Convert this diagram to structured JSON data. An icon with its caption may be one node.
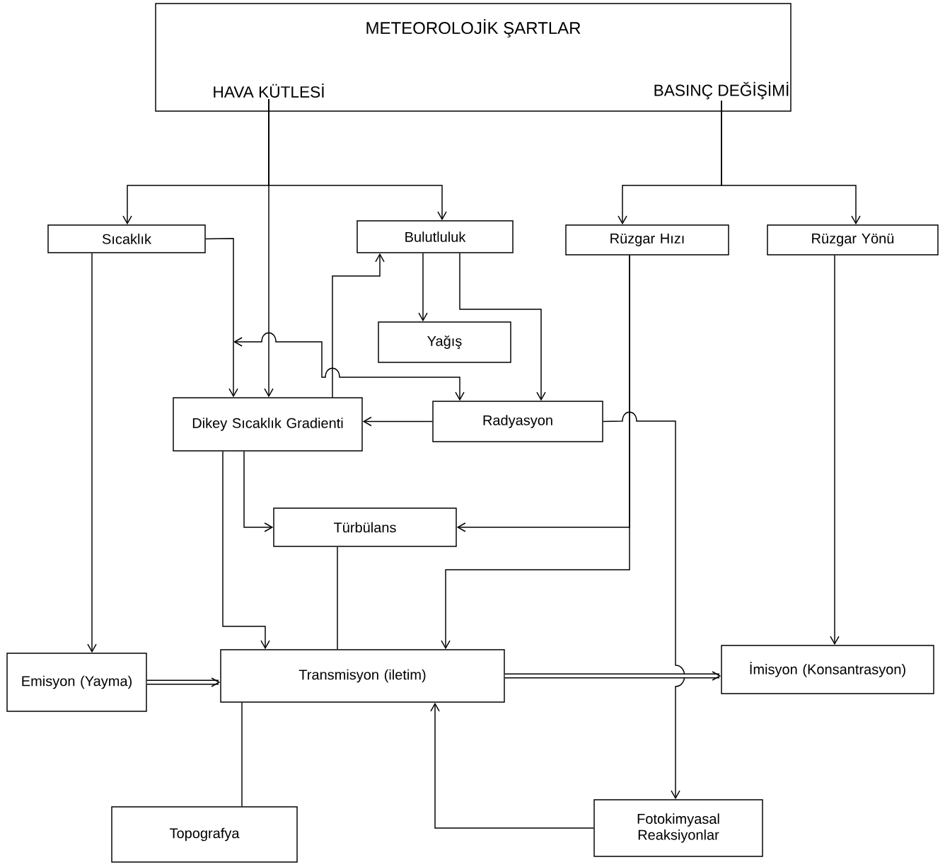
{
  "diagram": {
    "nodes": [
      {
        "text": [
          "METEOROLOJİK ŞARTLAR"
        ]
      },
      {
        "text": [
          "HAVA KÜTLESİ"
        ],
        "in": 0
      },
      {
        "text": [
          "BASINÇ DEĞİŞİMİ"
        ],
        "in": 0
      },
      {
        "text": [
          "Sıcaklık"
        ]
      },
      {
        "text": [
          "Bulutluluk"
        ]
      },
      {
        "text": [
          "Rüzgar Hızı"
        ]
      },
      {
        "text": [
          "Rüzgar Yönü"
        ]
      },
      {
        "text": [
          "Yağış"
        ]
      },
      {
        "text": [
          "Dikey Sıcaklık Gradienti"
        ]
      },
      {
        "text": [
          "Radyasyon"
        ]
      },
      {
        "text": [
          "Türbülans"
        ]
      },
      {
        "text": [
          "Emisyon (Yayma)"
        ]
      },
      {
        "text": [
          "Transmisyon (iletim)"
        ]
      },
      {
        "text": [
          "İmisyon (Konsantrasyon)"
        ]
      },
      {
        "text": [
          "Topografya"
        ]
      },
      {
        "text": [
          "Fotokimyasal Reaksiyonlar"
        ]
      }
    ],
    "edges": [
      {
        "from": 1,
        "to": 8,
        "arrow": "to"
      },
      {
        "from": 1,
        "to": 3,
        "arrow": "to"
      },
      {
        "from": 1,
        "to": 4,
        "arrow": "to"
      },
      {
        "from": 2,
        "to": 5,
        "arrow": "to"
      },
      {
        "from": 2,
        "to": 6,
        "arrow": "to"
      },
      {
        "from": 3,
        "to": 8,
        "arrow": "to"
      },
      {
        "from": 3,
        "to": 11,
        "arrow": "to"
      },
      {
        "from": 4,
        "to": 7,
        "arrow": "to"
      },
      {
        "from": 4,
        "to": 9,
        "arrow": "to"
      },
      {
        "from": 8,
        "to": 4,
        "arrow": "to"
      },
      {
        "from": null,
        "to": 9,
        "arrow": "both"
      },
      {
        "from": 9,
        "to": 8,
        "arrow": "to"
      },
      {
        "from": 9,
        "to": 15,
        "arrow": "to"
      },
      {
        "from": 5,
        "to": 10,
        "arrow": "to"
      },
      {
        "from": 5,
        "to": 12,
        "arrow": "to"
      },
      {
        "from": 6,
        "to": 13,
        "arrow": "to"
      },
      {
        "from": 8,
        "to": 10,
        "arrow": "to"
      },
      {
        "from": 8,
        "to": 12,
        "arrow": "to"
      },
      {
        "from": 10,
        "to": 12,
        "arrow": "none"
      },
      {
        "from": 11,
        "to": 12,
        "arrow": "to",
        "style": "thick"
      },
      {
        "from": 12,
        "to": 13,
        "arrow": "to",
        "style": "thick"
      },
      {
        "from": 14,
        "to": 12,
        "arrow": "none"
      },
      {
        "from": 15,
        "to": 12,
        "arrow": "to"
      }
    ]
  }
}
